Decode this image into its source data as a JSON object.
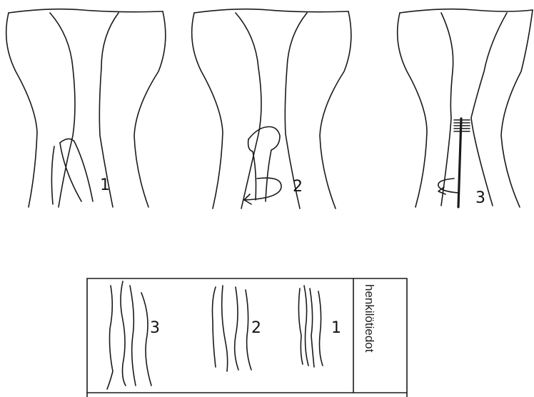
{
  "diagrams": [
    {
      "label": "1"
    },
    {
      "label": "2"
    },
    {
      "label": "3"
    }
  ],
  "slide_panel": {
    "strip_labels": [
      "3",
      "2",
      "1"
    ],
    "side_label": "henkilötiedot"
  }
}
